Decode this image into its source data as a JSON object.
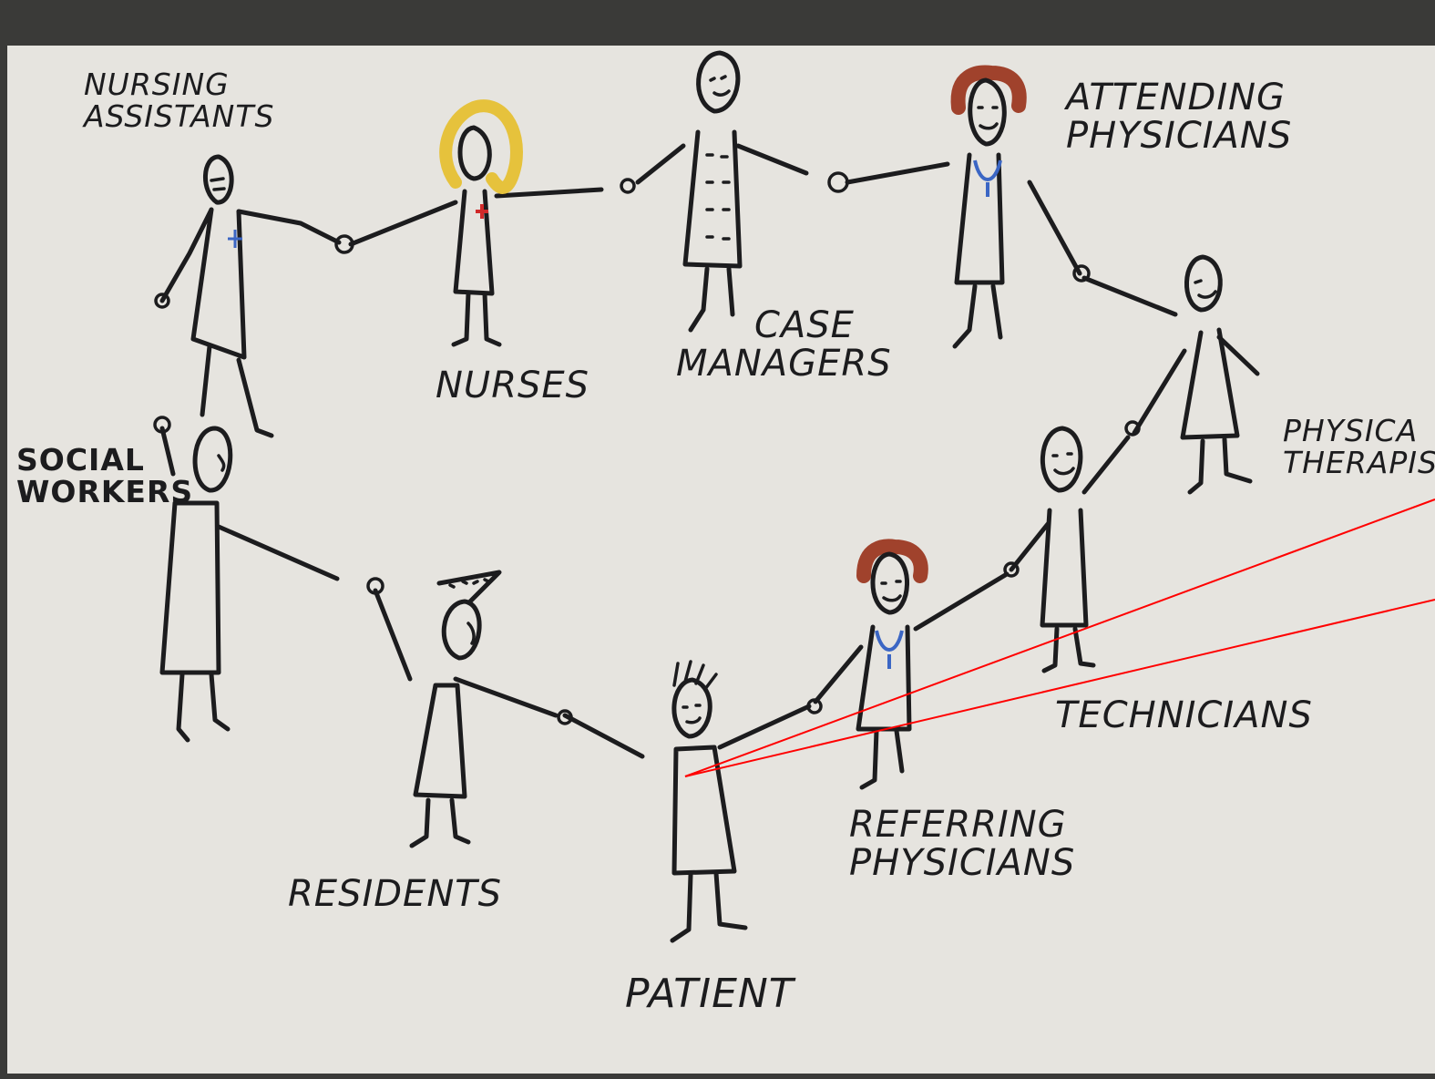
{
  "colors": {
    "frame": "#3a3a38",
    "paper": "#e6e4df",
    "ink": "#1c1c1e",
    "patient_robe": "#d62a2a",
    "pointer_lines": "#ff0000",
    "nurse_hair": "#e6c23c",
    "physician_hair": "#a0422c",
    "cross_blue": "#3b66c4",
    "cross_red": "#d02a2a"
  },
  "labels": {
    "nursing_assistants": [
      "NURSING",
      "ASSISTANTS"
    ],
    "nurses": "NURSES",
    "case_managers": [
      "CASE",
      "MANAGERS"
    ],
    "attending_physicians": [
      "ATTENDING",
      "PHYSICIANS"
    ],
    "physical_therapists": [
      "PHYSICA",
      "THERAPIS"
    ],
    "social_workers": [
      "SOCIAL",
      "WORKERS"
    ],
    "residents": "RESIDENTS",
    "patient": "PATIENT",
    "referring_physicians": [
      "REFERRING",
      "PHYSICIANS"
    ],
    "technicians": "TECHNICIANS"
  }
}
